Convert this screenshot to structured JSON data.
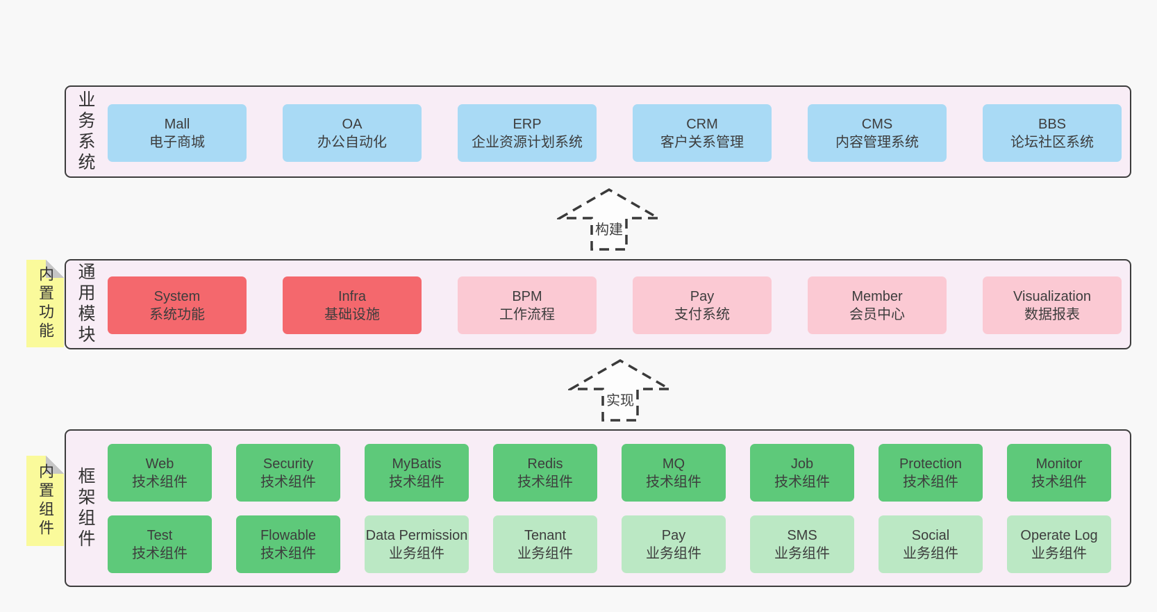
{
  "diagram": {
    "arrows": [
      {
        "label": "构建"
      },
      {
        "label": "实现"
      }
    ],
    "layers": [
      {
        "title": "业务系统",
        "note": "",
        "rows": [
          [
            {
              "name": "Mall",
              "desc": "电子商城",
              "variant": "blue"
            },
            {
              "name": "OA",
              "desc": "办公自动化",
              "variant": "blue"
            },
            {
              "name": "ERP",
              "desc": "企业资源计划系统",
              "variant": "blue"
            },
            {
              "name": "CRM",
              "desc": "客户关系管理",
              "variant": "blue"
            },
            {
              "name": "CMS",
              "desc": "内容管理系统",
              "variant": "blue"
            },
            {
              "name": "BBS",
              "desc": "论坛社区系统",
              "variant": "blue"
            }
          ]
        ]
      },
      {
        "title": "通用模块",
        "note": "内置功能",
        "rows": [
          [
            {
              "name": "System",
              "desc": "系统功能",
              "variant": "red"
            },
            {
              "name": "Infra",
              "desc": "基础设施",
              "variant": "red"
            },
            {
              "name": "BPM",
              "desc": "工作流程",
              "variant": "pink"
            },
            {
              "name": "Pay",
              "desc": "支付系统",
              "variant": "pink"
            },
            {
              "name": "Member",
              "desc": "会员中心",
              "variant": "pink"
            },
            {
              "name": "Visualization",
              "desc": "数据报表",
              "variant": "pink"
            }
          ]
        ]
      },
      {
        "title": "框架组件",
        "note": "内置组件",
        "rows": [
          [
            {
              "name": "Web",
              "desc": "技术组件",
              "variant": "green"
            },
            {
              "name": "Security",
              "desc": "技术组件",
              "variant": "green"
            },
            {
              "name": "MyBatis",
              "desc": "技术组件",
              "variant": "green"
            },
            {
              "name": "Redis",
              "desc": "技术组件",
              "variant": "green"
            },
            {
              "name": "MQ",
              "desc": "技术组件",
              "variant": "green"
            },
            {
              "name": "Job",
              "desc": "技术组件",
              "variant": "green"
            },
            {
              "name": "Protection",
              "desc": "技术组件",
              "variant": "green"
            },
            {
              "name": "Monitor",
              "desc": "技术组件",
              "variant": "green"
            }
          ],
          [
            {
              "name": "Test",
              "desc": "技术组件",
              "variant": "green"
            },
            {
              "name": "Flowable",
              "desc": "技术组件",
              "variant": "green"
            },
            {
              "name": "Data Permission",
              "desc": "业务组件",
              "variant": "green-light"
            },
            {
              "name": "Tenant",
              "desc": "业务组件",
              "variant": "green-light"
            },
            {
              "name": "Pay",
              "desc": "业务组件",
              "variant": "green-light"
            },
            {
              "name": "SMS",
              "desc": "业务组件",
              "variant": "green-light"
            },
            {
              "name": "Social",
              "desc": "业务组件",
              "variant": "green-light"
            },
            {
              "name": "Operate Log",
              "desc": "业务组件",
              "variant": "green-light"
            }
          ]
        ]
      }
    ]
  },
  "colors": {
    "page_bg": "#f8f8f8",
    "container_bg": "#f8edf6",
    "container_border": "#3d3d3d",
    "box_blue": "#a9daf5",
    "box_red": "#f4686d",
    "box_pink": "#fbc9d3",
    "box_green": "#5ec97a",
    "box_green_light": "#bbe8c4",
    "note_yellow": "#fafa9b",
    "note_fold_gray": "#c6c6c6",
    "text": "#3d3d3d"
  }
}
